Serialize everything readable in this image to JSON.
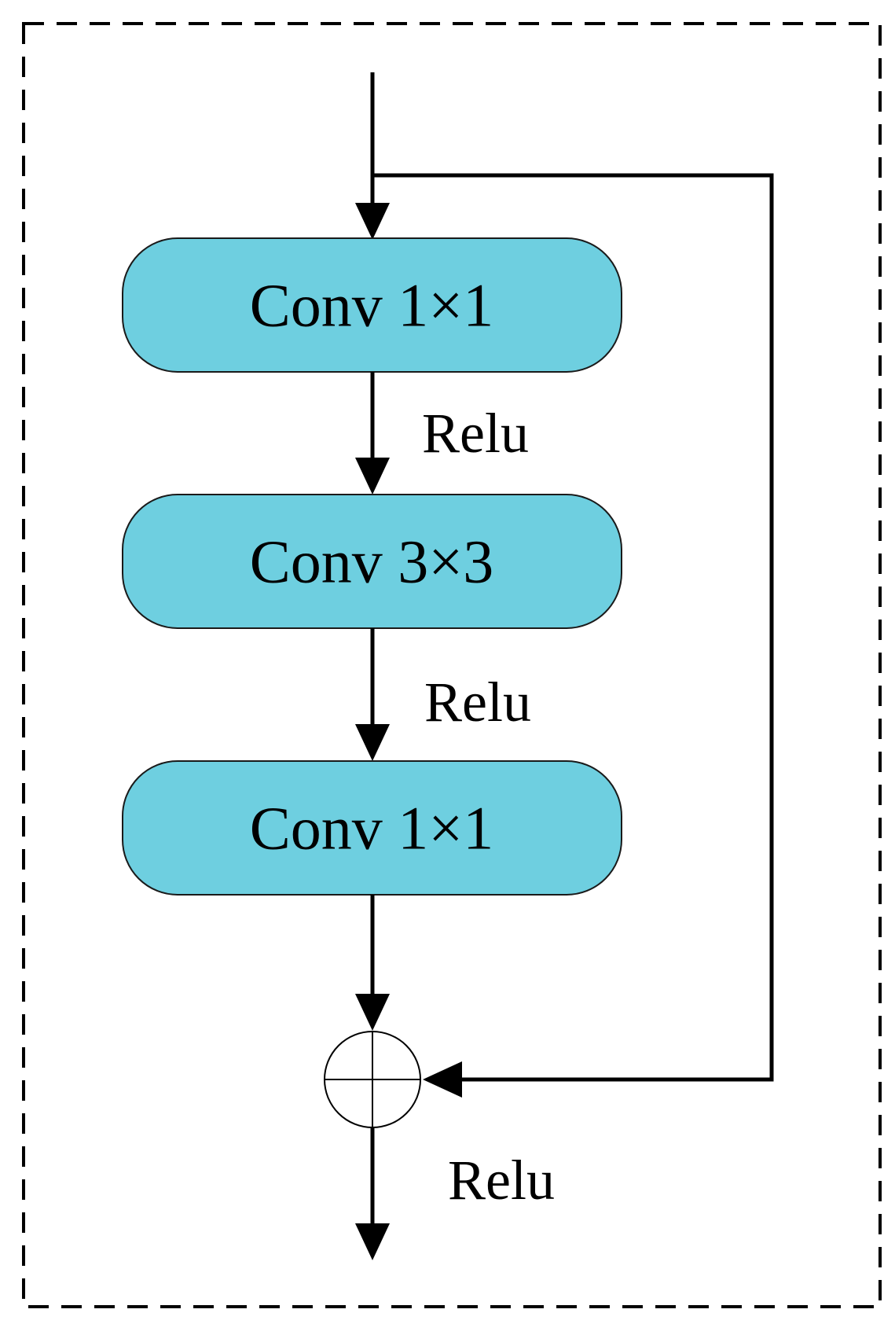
{
  "diagram": {
    "nodes": [
      {
        "id": "conv1",
        "label": "Conv 1×1"
      },
      {
        "id": "conv2",
        "label": "Conv 3×3"
      },
      {
        "id": "conv3",
        "label": "Conv 1×1"
      }
    ],
    "edge_labels": [
      {
        "from": "conv1",
        "to": "conv2",
        "label": "Relu"
      },
      {
        "from": "conv2",
        "to": "conv3",
        "label": "Relu"
      },
      {
        "from": "add",
        "to": "output",
        "label": "Relu"
      }
    ],
    "sum_symbol": "add-circle",
    "colors": {
      "box_fill": "#6ecfe0",
      "box_stroke": "#1a1a1a",
      "line": "#000000",
      "frame": "#000000"
    }
  }
}
